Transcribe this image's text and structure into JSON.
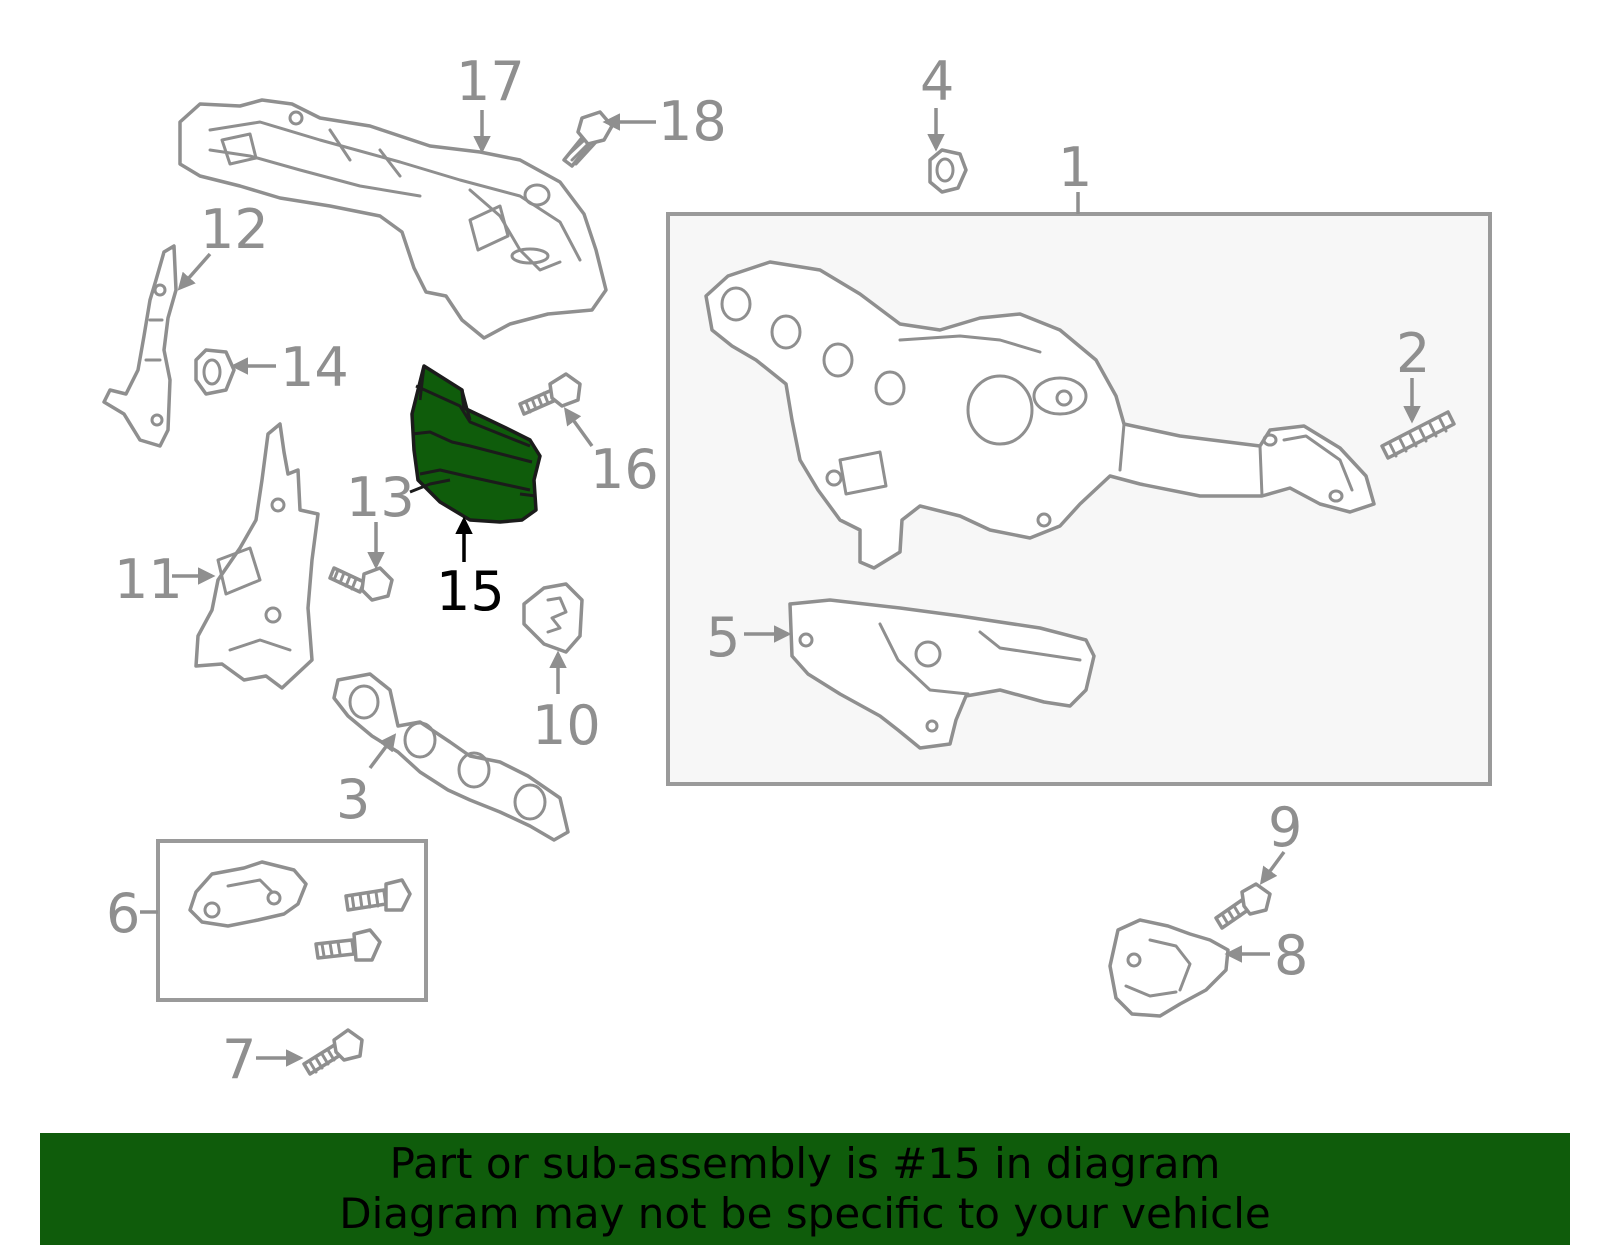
{
  "colors": {
    "highlight": "#0f5c0b",
    "banner": "#0f5c0b",
    "line_gray": "#8f8f8f",
    "box_fill": "#f7f7f7",
    "highlight_text": "#000000"
  },
  "diagram": {
    "highlighted_part": "15",
    "callouts": [
      {
        "id": "1",
        "text": "1"
      },
      {
        "id": "2",
        "text": "2"
      },
      {
        "id": "3",
        "text": "3"
      },
      {
        "id": "4",
        "text": "4"
      },
      {
        "id": "5",
        "text": "5"
      },
      {
        "id": "6",
        "text": "6"
      },
      {
        "id": "7",
        "text": "7"
      },
      {
        "id": "8",
        "text": "8"
      },
      {
        "id": "9",
        "text": "9"
      },
      {
        "id": "10",
        "text": "10"
      },
      {
        "id": "11",
        "text": "11"
      },
      {
        "id": "12",
        "text": "12"
      },
      {
        "id": "13",
        "text": "13"
      },
      {
        "id": "14",
        "text": "14"
      },
      {
        "id": "15",
        "text": "15"
      },
      {
        "id": "16",
        "text": "16"
      },
      {
        "id": "17",
        "text": "17"
      },
      {
        "id": "18",
        "text": "18"
      }
    ]
  },
  "banner": {
    "line1": "Part or sub-assembly is #15 in diagram",
    "line2": "Diagram may not be specific to your vehicle"
  }
}
